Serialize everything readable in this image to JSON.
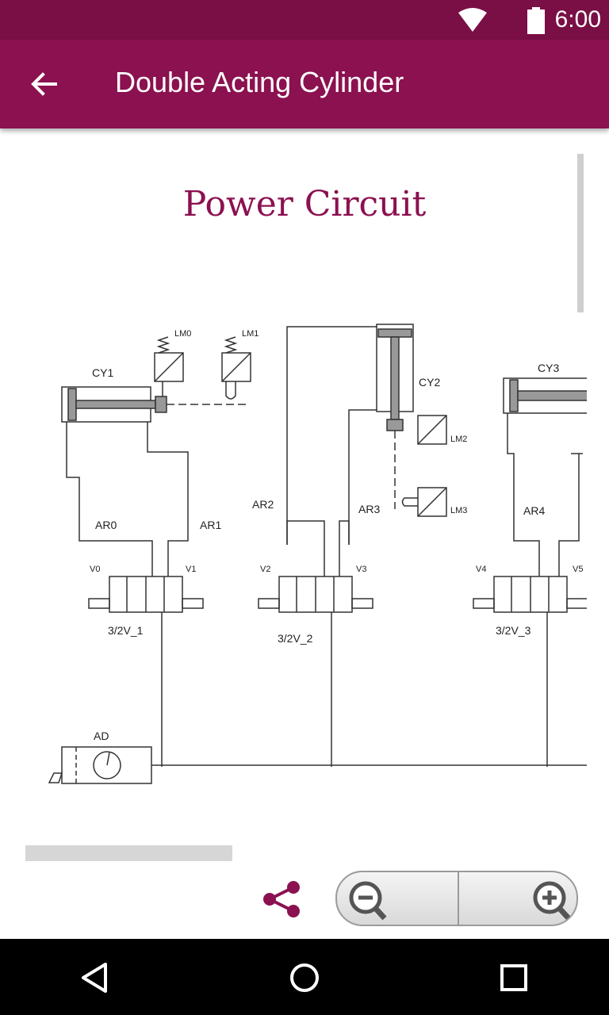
{
  "status_bar": {
    "time": "6:00",
    "icons": [
      "wifi-icon",
      "battery-icon"
    ]
  },
  "app_bar": {
    "title": "Double Acting Cylinder",
    "back_icon": "arrow-back-icon"
  },
  "content": {
    "heading": "Power Circuit",
    "diagram_labels": {
      "cy1": "CY1",
      "cy2": "CY2",
      "cy3": "CY3",
      "lm0": "LM0",
      "lm1": "LM1",
      "lm2": "LM2",
      "lm3": "LM3",
      "ar0": "AR0",
      "ar1": "AR1",
      "ar2": "AR2",
      "ar3": "AR3",
      "ar4": "AR4",
      "v0": "V0",
      "v1": "V1",
      "v2": "V2",
      "v3": "V3",
      "v4": "V4",
      "v5": "V5",
      "valve1": "3/2V_1",
      "valve2": "3/2V_2",
      "valve3": "3/2V_3",
      "ad": "AD"
    }
  },
  "toolbar": {
    "share_icon": "share-icon",
    "zoom_out_icon": "zoom-out-icon",
    "zoom_in_icon": "zoom-in-icon"
  },
  "nav_bar": {
    "back": "nav-back-icon",
    "home": "nav-home-icon",
    "recents": "nav-recents-icon"
  },
  "colors": {
    "status_bar": "#7a0f45",
    "app_bar": "#8b1150",
    "accent": "#8b1150"
  }
}
